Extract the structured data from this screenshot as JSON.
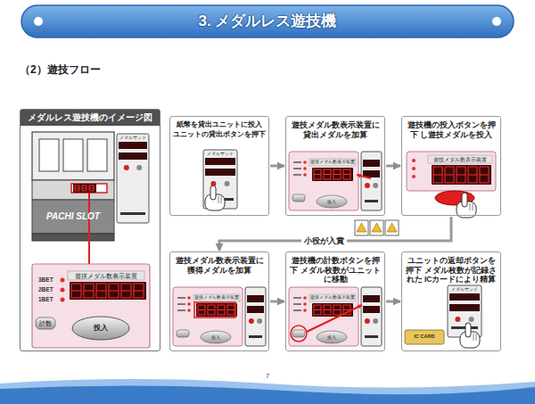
{
  "diagram": {
    "title": "3. メダルレス遊技機",
    "nodes": [
      {
        "text": [
          "メダルレス遊技機のイメージ図"
        ]
      },
      {
        "text": [
          "紙幣を貸出ユニットに投入",
          "ユニットの貸出ボタンを押下"
        ]
      },
      {
        "text": [
          "遊技メダル数表示装置に 貸出メダルを加算"
        ]
      },
      {
        "text": [
          "遊技機の投入ボタンを押下 し遊技メダルを投入"
        ]
      },
      {
        "text": [
          "遊技メダル数表示装置に 獲得メダルを加算"
        ]
      },
      {
        "text": [
          "遊技機の計数ボタンを押下 メダル枚数がユニットに移動"
        ]
      },
      {
        "text": [
          "ユニットの返却ボタンを押下 メダル枚数が記録された ICカードにより精算"
        ]
      }
    ],
    "edges": [
      {
        "from": 1,
        "to": 2,
        "arrow": "to"
      },
      {
        "from": 2,
        "to": 3,
        "arrow": "to"
      },
      {
        "from": 3,
        "to": 4,
        "arrow": "to",
        "label": "小役が入賞"
      },
      {
        "from": 4,
        "to": 5,
        "arrow": "to"
      },
      {
        "from": 5,
        "to": 6,
        "arrow": "to"
      }
    ],
    "labels": [
      "（2）遊技フロー",
      "メダルサンド",
      "PACHI SLOT",
      "遊技メダル数表示装置",
      "3BET",
      "2BET",
      "1BET",
      "計数",
      "投入",
      "7",
      "メダルサンド",
      "遊技メダル数表示装置",
      "投入",
      "遊技メダル数表示装置",
      "遊技メダル数表示装置",
      "投入",
      "遊技メダル数表示装置",
      "投入",
      "メダルサンド",
      "IC CARD"
    ]
  }
}
